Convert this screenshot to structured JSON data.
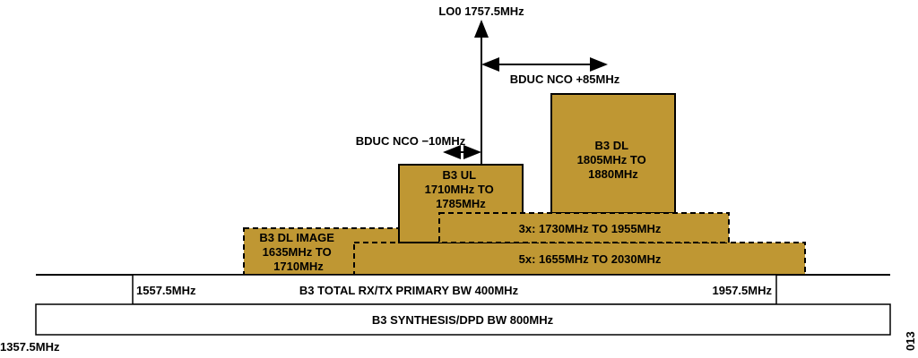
{
  "colors": {
    "band_fill": "#BF9733",
    "line": "#000000"
  },
  "lo": {
    "label": "LO0 1757.5MHz"
  },
  "nco_pos": {
    "label": "BDUC NCO +85MHz"
  },
  "nco_neg": {
    "label": "BDUC NCO −10MHz"
  },
  "b3_dl": {
    "lines": [
      "B3 DL",
      "1805MHz TO",
      "1880MHz"
    ]
  },
  "b3_ul": {
    "lines": [
      "B3 UL",
      "1710MHz TO",
      "1785MHz"
    ]
  },
  "b3_dl_image": {
    "lines": [
      "B3 DL IMAGE",
      "1635MHz TO",
      "1710MHz"
    ]
  },
  "harm3": {
    "label": "3x: 1730MHz TO 1955MHz"
  },
  "harm5": {
    "label": "5x: 1655MHz TO 2030MHz"
  },
  "primary": {
    "left": "1557.5MHz",
    "label": "B3 TOTAL RX/TX PRIMARY BW 400MHz",
    "right": "1957.5MHz"
  },
  "synthesis": {
    "label": "B3 SYNTHESIS/DPD BW 800MHz"
  },
  "start_freq": "1357.5MHz",
  "figure_id": "013"
}
